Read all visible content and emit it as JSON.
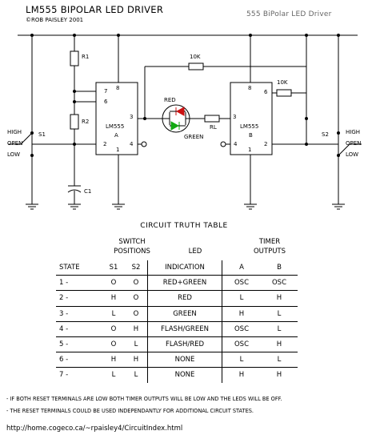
{
  "header": {
    "title": "LM555 BIPOLAR LED DRIVER",
    "copyright": "©ROB PAISLEY 2001",
    "subtitle": "555 BiPolar LED Driver"
  },
  "schematic": {
    "r1": "R1",
    "r2": "R2",
    "c1": "C1",
    "rl": "RL",
    "r_top": "10K",
    "r_right": "10K",
    "ic_a_name": "LM555",
    "ic_a_unit": "A",
    "ic_b_name": "LM555",
    "ic_b_unit": "B",
    "pins_a": {
      "p8": "8",
      "p7": "7",
      "p6": "6",
      "p3": "3",
      "p2": "2",
      "p4": "4",
      "p1": "1"
    },
    "pins_b": {
      "p8": "8",
      "p6": "6",
      "p3": "3",
      "p4": "4",
      "p2": "2",
      "p1": "1"
    },
    "led_red": "RED",
    "led_green": "GREEN",
    "s1": "S1",
    "s2": "S2",
    "high": "HIGH",
    "open": "OPEN",
    "low": "LOW"
  },
  "truth_table": {
    "title": "CIRCUIT TRUTH TABLE",
    "group_switch": "SWITCH",
    "group_positions": "POSITIONS",
    "group_timer": "TIMER",
    "group_outputs": "OUTPUTS",
    "led_header": "LED",
    "columns": [
      "STATE",
      "S1",
      "S2",
      "INDICATION",
      "A",
      "B"
    ],
    "rows": [
      [
        "1 -",
        "O",
        "O",
        "RED+GREEN",
        "OSC",
        "OSC"
      ],
      [
        "2 -",
        "H",
        "O",
        "RED",
        "L",
        "H"
      ],
      [
        "3 -",
        "L",
        "O",
        "GREEN",
        "H",
        "L"
      ],
      [
        "4 -",
        "O",
        "H",
        "FLASH/GREEN",
        "OSC",
        "L"
      ],
      [
        "5 -",
        "O",
        "L",
        "FLASH/RED",
        "OSC",
        "H"
      ],
      [
        "6 -",
        "H",
        "H",
        "NONE",
        "L",
        "L"
      ],
      [
        "7 -",
        "L",
        "L",
        "NONE",
        "H",
        "H"
      ]
    ]
  },
  "notes": [
    "- IF BOTH RESET TERMINALS ARE LOW BOTH TIMER OUTPUTS WILL BE LOW AND THE LEDS WILL BE OFF.",
    "- THE RESET TERMINALS COULD BE USED INDEPENDANTLY FOR ADDITIONAL CIRCUIT STATES."
  ],
  "footer": {
    "url": "http://home.cogeco.ca/~rpaisley4/CircuitIndex.html"
  },
  "colors": {
    "led_red": "#cc1111",
    "led_green": "#11aa11",
    "subtitle": "#666666"
  }
}
